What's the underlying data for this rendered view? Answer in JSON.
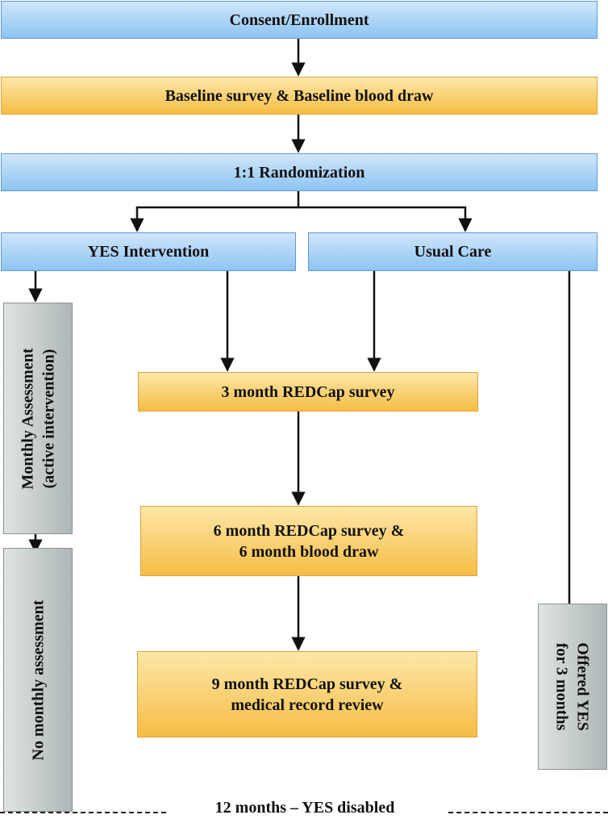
{
  "nodes": {
    "consent": "Consent/Enrollment",
    "baseline": "Baseline survey & Baseline blood draw",
    "randomization": "1:1 Randomization",
    "yes_intervention": "YES Intervention",
    "usual_care": "Usual Care",
    "monthly_line1": "Monthly Assessment",
    "monthly_line2": "(active intervention)",
    "no_monthly": "No monthly assessment",
    "three_month": "3 month REDCap survey",
    "six_month_line1": "6 month REDCap survey &",
    "six_month_line2": "6 month blood draw",
    "nine_month_line1": "9 month REDCap survey &",
    "nine_month_line2": "medical record review",
    "offered_line1": "Offered YES",
    "offered_line2": "for 3 months"
  },
  "footer": {
    "label": "12 months – YES disabled"
  }
}
